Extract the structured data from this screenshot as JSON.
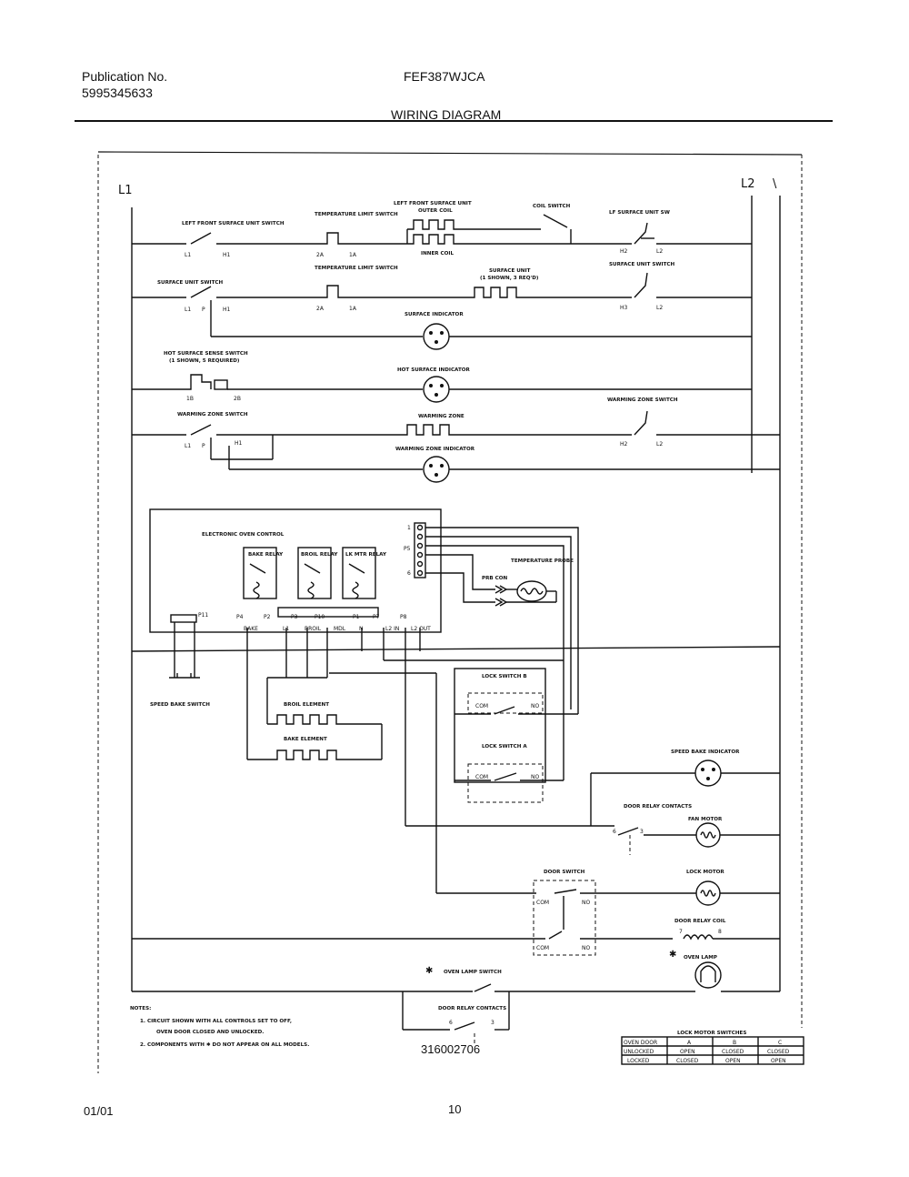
{
  "header": {
    "publication_label": "Publication No.",
    "publication_number": "5995345633",
    "model": "FEF387WJCA",
    "title": "WIRING DIAGRAM"
  },
  "diagram": {
    "l1": "L1",
    "l2": "L2",
    "top": {
      "lf_switch": "LEFT FRONT SURFACE UNIT SWITCH",
      "temp_limit_1": "TEMPERATURE LIMIT SWITCH",
      "lf_unit": "LEFT FRONT SURFACE UNIT",
      "outer_coil": "OUTER COIL",
      "inner_coil": "INNER COIL",
      "coil_switch": "COIL SWITCH",
      "lf_unit_sw": "LF SURFACE UNIT SW",
      "surface_switch": "SURFACE UNIT SWITCH",
      "temp_limit_2": "TEMPERATURE LIMIT SWITCH",
      "surface_unit": "SURFACE UNIT",
      "surface_unit_note": "(1 SHOWN, 3 REQ'D)",
      "surface_unit_switch_r": "SURFACE UNIT SWITCH",
      "surface_indicator": "SURFACE INDICATOR",
      "hot_sense_switch": "HOT SURFACE SENSE SWITCH",
      "hot_sense_note": "(1 SHOWN, 5 REQUIRED)",
      "hot_indicator": "HOT SURFACE INDICATOR",
      "warming_switch": "WARMING ZONE SWITCH",
      "warming_zone": "WARMING ZONE",
      "warming_switch_r": "WARMING ZONE SWITCH",
      "warming_indicator": "WARMING ZONE INDICATOR"
    },
    "terminals": {
      "L1": "L1",
      "H1": "H1",
      "P": "P",
      "2A": "2A",
      "1A": "1A",
      "H2": "H2",
      "L2": "L2",
      "1B": "1B",
      "2B": "2B",
      "H3": "H3"
    },
    "oven": {
      "control": "ELECTRONIC OVEN CONTROL",
      "bake_relay": "BAKE RELAY",
      "broil_relay": "BROIL RELAY",
      "lk_relay": "LK MTR RELAY",
      "p5": "P5",
      "p5_pin1": "1",
      "p5_pin6": "6",
      "p11": "P11",
      "pins": [
        "P4",
        "P2",
        "P3",
        "P10",
        "P1",
        "P7",
        "P8"
      ],
      "pin_labels": [
        "BAKE",
        "L1",
        "BROIL",
        "MDL",
        "N",
        "L2 IN",
        "L2 OUT"
      ],
      "prb_con": "PRB CON",
      "temp_probe": "TEMPERATURE PROBE",
      "speed_bake_switch": "SPEED BAKE SWITCH",
      "broil_element": "BROIL ELEMENT",
      "bake_element": "BAKE ELEMENT",
      "lock_switch_b": "LOCK SWITCH B",
      "lock_switch_a": "LOCK SWITCH A",
      "com": "COM",
      "no": "NO",
      "speed_bake_indicator": "SPEED BAKE INDICATOR",
      "door_relay_contacts": "DOOR RELAY CONTACTS",
      "contact_6": "6",
      "contact_3": "3",
      "fan_motor": "FAN MOTOR",
      "door_switch": "DOOR SWITCH",
      "lock_motor": "LOCK MOTOR",
      "door_relay_coil": "DOOR RELAY COIL",
      "coil_7": "7",
      "coil_8": "8",
      "oven_lamp": "OVEN LAMP",
      "oven_lamp_switch": "OVEN LAMP SWITCH",
      "door_relay_contacts_2": "DOOR RELAY CONTACTS",
      "asterisk": "✱"
    },
    "notes": {
      "heading": "NOTES:",
      "n1a": "1.  CIRCUIT SHOWN WITH ALL CONTROLS SET TO OFF,",
      "n1b": "OVEN DOOR CLOSED AND UNLOCKED.",
      "n2": "2.  COMPONENTS WITH ✱ DO NOT APPEAR ON ALL MODELS."
    },
    "part_number": "316002706",
    "lock_table": {
      "title": "LOCK MOTOR SWITCHES",
      "headers": [
        "OVEN DOOR",
        "A",
        "B",
        "C"
      ],
      "rows": [
        [
          "UNLOCKED",
          "OPEN",
          "CLOSED",
          "CLOSED"
        ],
        [
          "LOCKED",
          "CLOSED",
          "OPEN",
          "OPEN"
        ]
      ]
    }
  },
  "footer": {
    "date": "01/01",
    "page": "10"
  }
}
